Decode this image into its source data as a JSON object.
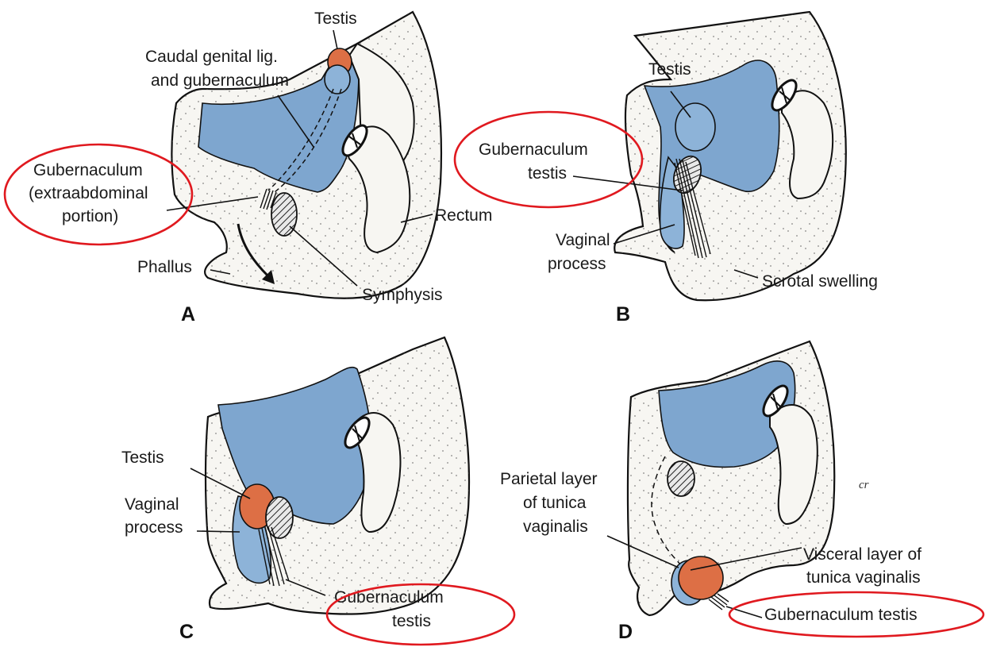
{
  "panels": {
    "A": {
      "letter": "A",
      "labels": {
        "testis": "Testis",
        "caudal_1": "Caudal genital lig.",
        "caudal_2": "and gubernaculum",
        "gub_1": "Gubernaculum",
        "gub_2": "(extraabdominal",
        "gub_3": "portion)",
        "rectum": "Rectum",
        "phallus": "Phallus",
        "symphysis": "Symphysis"
      }
    },
    "B": {
      "letter": "B",
      "labels": {
        "testis": "Testis",
        "gub_1": "Gubernaculum",
        "gub_2": "testis",
        "vag_1": "Vaginal",
        "vag_2": "process",
        "scrotal": "Scrotal swelling"
      }
    },
    "C": {
      "letter": "C",
      "labels": {
        "testis": "Testis",
        "vag_1": "Vaginal",
        "vag_2": "process",
        "gub_1": "Gubernaculum",
        "gub_2": "testis"
      }
    },
    "D": {
      "letter": "D",
      "labels": {
        "par_1": "Parietal layer",
        "par_2": "of tunica",
        "par_3": "vaginalis",
        "vis_1": "Visceral layer of",
        "vis_2": "tunica vaginalis",
        "gub": "Gubernaculum testis",
        "signature": "cr"
      }
    }
  },
  "colors": {
    "peritoneum_blue": "#7ea6cf",
    "testis_orange": "#dd6f45",
    "highlight_ring": "#e0191f",
    "body_fill": "#f7f6f2"
  }
}
